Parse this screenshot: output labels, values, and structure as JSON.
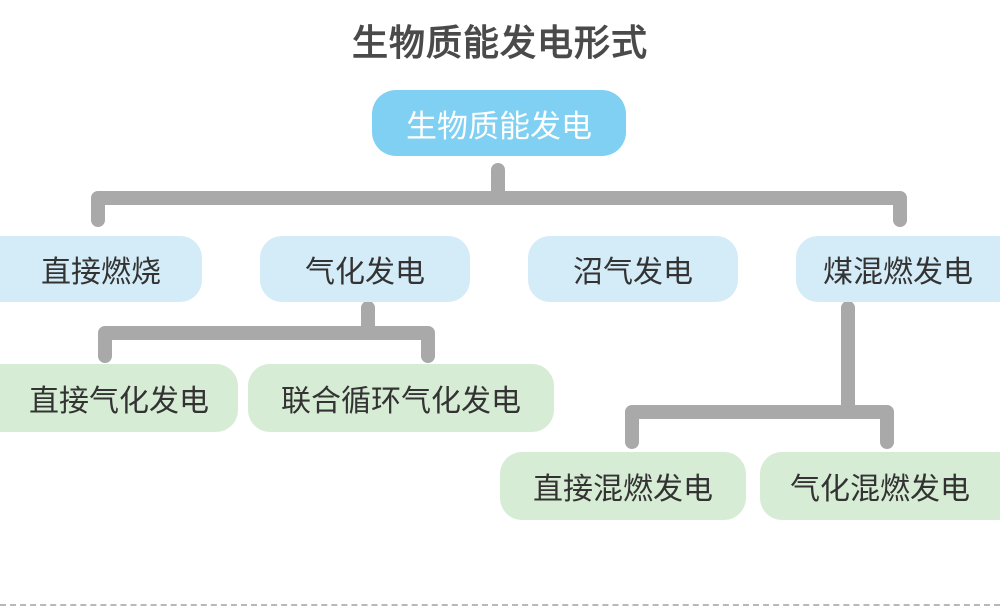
{
  "title": "生物质能发电形式",
  "root": {
    "label": "生物质能发电"
  },
  "level1": [
    {
      "label": "直接燃烧"
    },
    {
      "label": "气化发电"
    },
    {
      "label": "沼气发电"
    },
    {
      "label": "煤混燃发电"
    }
  ],
  "gasification_children": [
    {
      "label": "直接气化发电"
    },
    {
      "label": "联合循环气化发电"
    }
  ],
  "cofiring_children": [
    {
      "label": "直接混燃发电"
    },
    {
      "label": "气化混燃发电"
    }
  ],
  "colors": {
    "root_fill": "#7fd0f2",
    "level1_fill": "#d4ecf8",
    "level2_fill": "#d7ecd5",
    "connector": "#a9a9a9",
    "title_text": "#4a4a4a"
  }
}
